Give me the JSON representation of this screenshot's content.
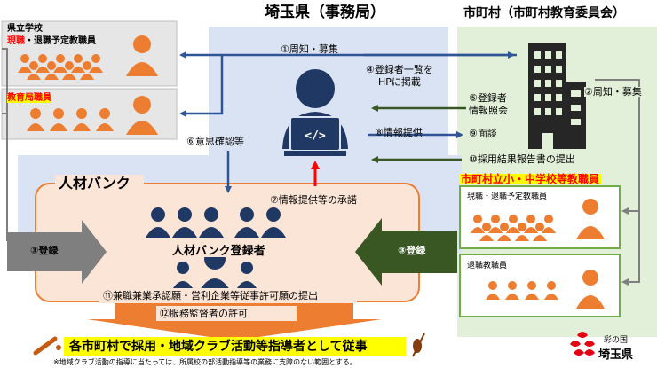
{
  "title_pref": "埼玉県（事務局）",
  "title_muni": "市町村（市町村教育委員会）",
  "left_school": {
    "line1": "県立学校",
    "line2_red": "現職",
    "line2_rest": "・退職予定教職員"
  },
  "left_board": "教育局職員",
  "right_title": "市町村立小・中学校等教職員",
  "right_current": "現職・退職予定教職員",
  "right_retired": "退職教職員",
  "jinzai_bank": "人材バンク",
  "registrants": "人材バンク登録者",
  "arrows": {
    "a1": "①周知・募集",
    "a2": "②周知・募集",
    "a3": "③登録",
    "a4": "④登録者一覧を\nHPに掲載",
    "a5": "⑤登録者\n情報照会",
    "a6": "⑥意思確認等",
    "a7": "⑦情報提供等の承諾",
    "a8": "⑧情報提供",
    "a9": "⑨面談",
    "a10": "⑩採用結果報告書の提出",
    "a11": "⑪兼職兼業承認願・営利企業等従事許可願の提出",
    "a12": "⑫服務監督者の許可"
  },
  "banner": "各市町村で採用・地域クラブ活動等指導者として従事",
  "footnote": "※地域クラブ活動の指導に当たっては、所属校の部活動指導等の業務に支障のない範囲とする。",
  "logo": {
    "small": "彩の国",
    "big": "埼玉県"
  },
  "colors": {
    "orange": "#ED7D31",
    "navy": "#203864",
    "blue": "#4472C4",
    "green": "#385723",
    "red": "#FF0000",
    "gray": "#7F7F7F"
  }
}
